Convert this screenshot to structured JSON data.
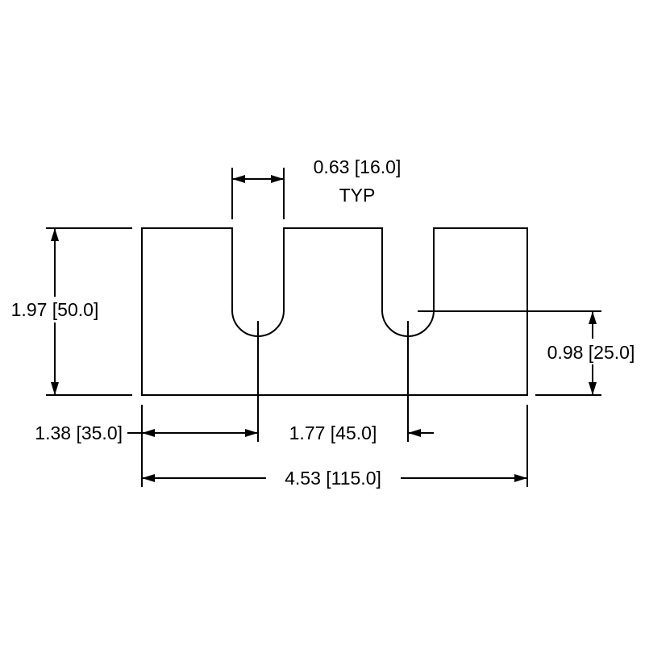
{
  "diagram": {
    "slot_width": {
      "label": "0.63 [16.0]",
      "note": "TYP"
    },
    "total_height": {
      "label": "1.97 [50.0]"
    },
    "slot_depth": {
      "label": "0.98 [25.0]"
    },
    "first_slot_offset": {
      "label": "1.38 [35.0]"
    },
    "slot_pitch": {
      "label": "1.77 [45.0]"
    },
    "total_width": {
      "label": "4.53 [115.0]"
    }
  },
  "colors": {
    "line": "#000000",
    "background": "#ffffff"
  }
}
